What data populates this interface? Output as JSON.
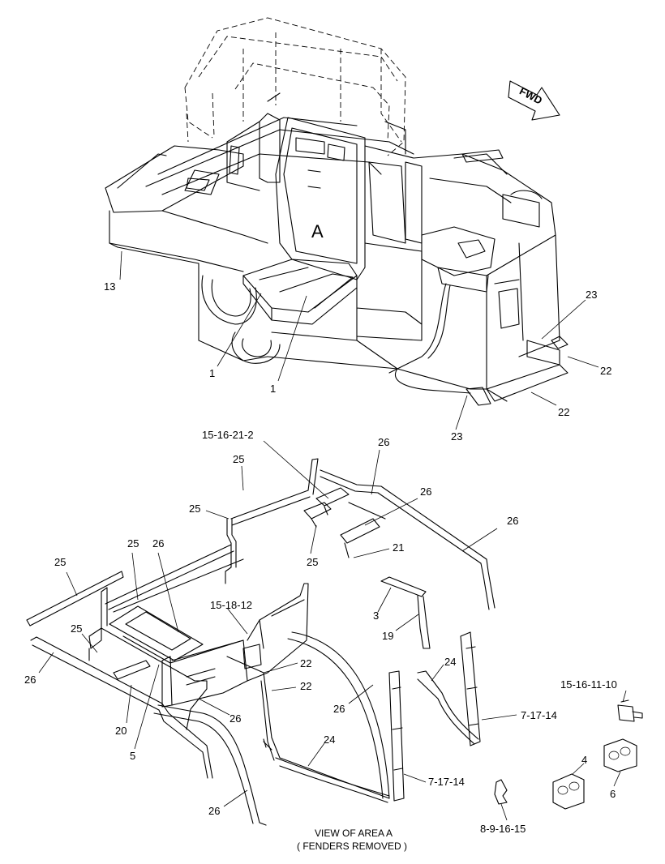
{
  "diagram": {
    "area_label": "A",
    "fwd_label": "FWD",
    "caption_line1": "VIEW OF AREA  A",
    "caption_line2": "( FENDERS REMOVED )",
    "callouts": {
      "c13": "13",
      "c1a": "1",
      "c1b": "1",
      "c23a": "23",
      "c22a": "22",
      "c22b": "22",
      "c23b": "23",
      "c15_16_21_2": "15-16-21-2",
      "c26a": "26",
      "c25a": "25",
      "c26b": "26",
      "c25b": "25",
      "c26c": "26",
      "c25c": "25",
      "c26d": "26",
      "c21": "21",
      "c25d": "25",
      "c25e": "25",
      "c3": "3",
      "c15_18_12": "15-18-12",
      "c19": "19",
      "c25f": "25",
      "c22c": "22",
      "c26e": "26",
      "c22d": "22",
      "c24a": "24",
      "c15_16_11_10": "15-16-11-10",
      "c26f": "26",
      "c7_17_14a": "7-17-14",
      "c20": "20",
      "c26g": "26",
      "c5": "5",
      "c24b": "24",
      "c4": "4",
      "c6": "6",
      "c7_17_14b": "7-17-14",
      "c26h": "26",
      "c8_9_16_15": "8-9-16-15"
    }
  }
}
